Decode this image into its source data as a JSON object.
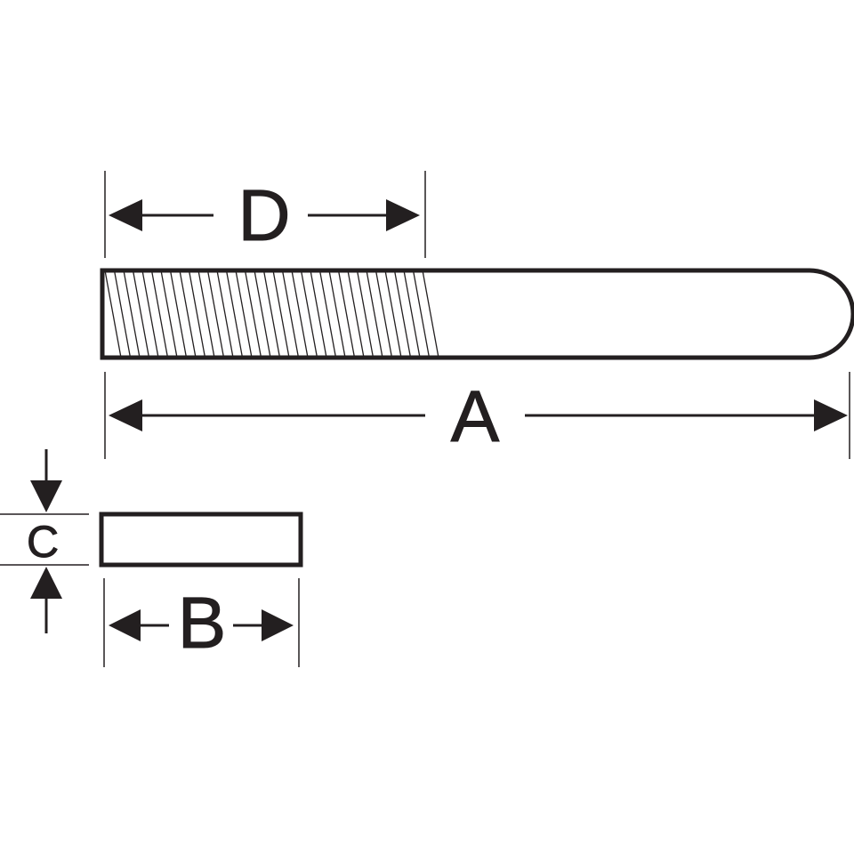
{
  "labels": {
    "d": "D",
    "a": "A",
    "c": "C",
    "b": "B"
  },
  "colors": {
    "ink": "#231f20",
    "background": "#ffffff"
  }
}
